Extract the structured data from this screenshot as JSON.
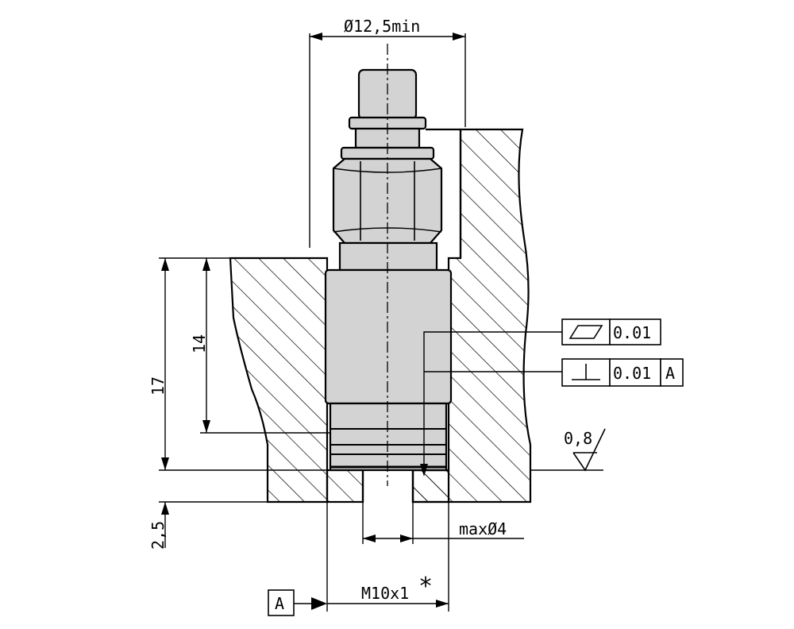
{
  "drawing": {
    "dimensions": {
      "top_diameter": "Ø12,5min",
      "depth_14": "14",
      "depth_17": "17",
      "offset_2_5": "2,5",
      "bottom_diameter": "maxØ4",
      "thread": "M10x1",
      "thread_note_mark": "*"
    },
    "tolerances": {
      "flatness_value": "0.01",
      "perpendicularity_value": "0.01",
      "perpendicularity_datum": "A"
    },
    "surface_finish": "0,8",
    "datum_label": "A"
  }
}
